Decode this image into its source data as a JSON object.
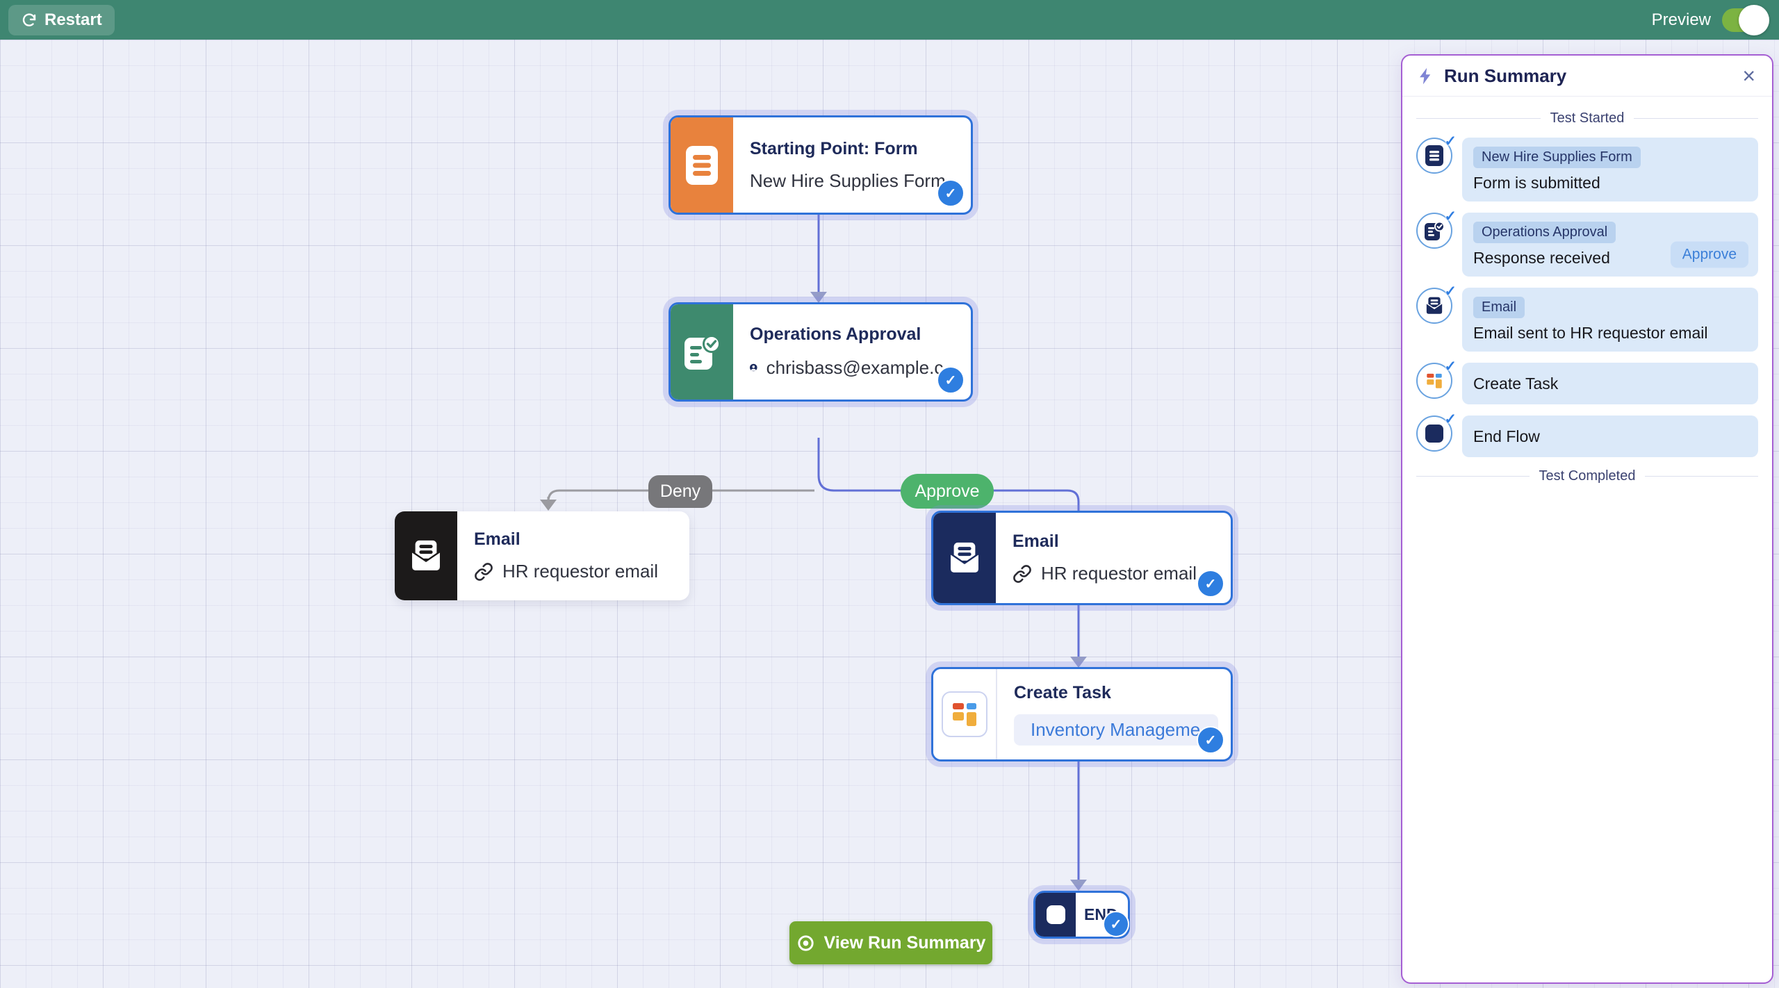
{
  "topbar": {
    "restart": "Restart",
    "preview": "Preview"
  },
  "canvas": {
    "nodes": {
      "start": {
        "title": "Starting Point: Form",
        "subtitle": "New Hire Supplies Form"
      },
      "approval": {
        "title": "Operations Approval",
        "subtitle": "chrisbass@example.c..."
      },
      "email_deny": {
        "title": "Email",
        "subtitle": "HR requestor email"
      },
      "email_approve": {
        "title": "Email",
        "subtitle": "HR requestor email"
      },
      "create_task": {
        "title": "Create Task",
        "subtitle": "Inventory Manageme..."
      },
      "end": {
        "label": "END"
      }
    },
    "branches": {
      "deny": "Deny",
      "approve": "Approve"
    },
    "view_run_summary": "View Run Summary"
  },
  "panel": {
    "title": "Run Summary",
    "close": "×",
    "section_start": "Test Started",
    "section_end": "Test Completed",
    "rows": [
      {
        "badge": "New Hire Supplies Form",
        "text": "Form is submitted"
      },
      {
        "badge": "Operations Approval",
        "text": "Response received",
        "action": "Approve"
      },
      {
        "badge": "Email",
        "text": "Email sent to HR requestor email"
      },
      {
        "text": "Create Task"
      },
      {
        "text": "End Flow"
      }
    ]
  },
  "colors": {
    "topbar_green": "#3e8671",
    "start_orange": "#e8823d",
    "approval_green": "#3e8a6e",
    "email_black": "#1c1a1a",
    "email_navy": "#1b2b5e",
    "approve_pill": "#4db36c",
    "deny_pill": "#77777a",
    "run_button_green": "#73a82f",
    "selected_border_blue": "#2f72d9",
    "check_badge_blue": "#2e7ee0",
    "panel_border_purple": "#a55fd3",
    "connector_blue": "#6270d6",
    "connector_gray": "#9b9ba0"
  }
}
